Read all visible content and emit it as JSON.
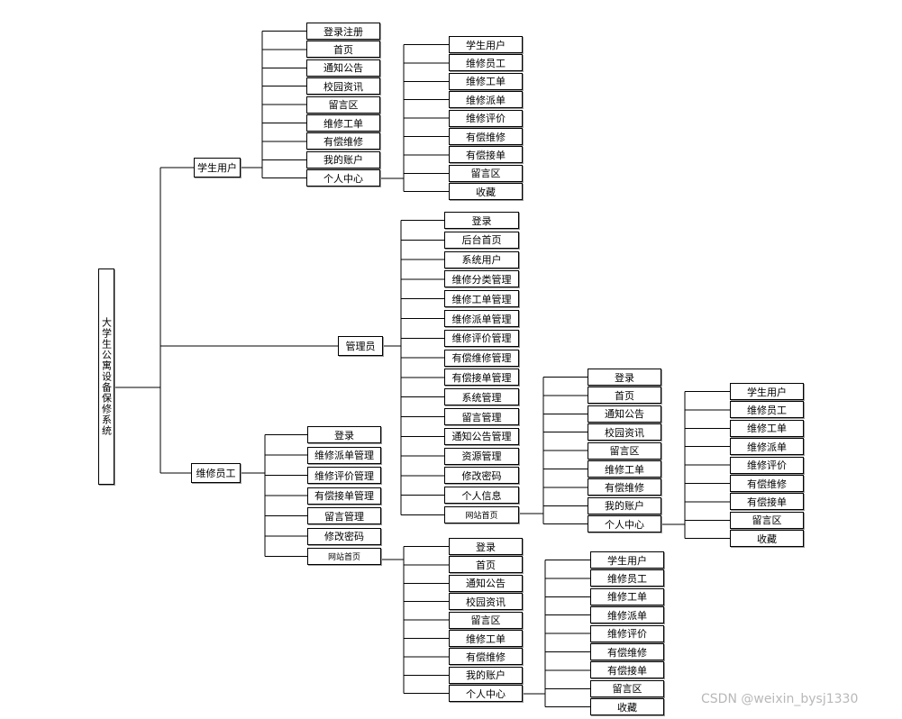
{
  "root": {
    "label": "大学生公寓设备保修系统"
  },
  "student": {
    "label": "学生用户",
    "items": [
      "登录注册",
      "首页",
      "通知公告",
      "校园资讯",
      "留言区",
      "维修工单",
      "有偿维修",
      "我的账户",
      "个人中心"
    ],
    "personal_center_items": [
      "学生用户",
      "维修员工",
      "维修工单",
      "维修派单",
      "维修评价",
      "有偿维修",
      "有偿接单",
      "留言区",
      "收藏"
    ]
  },
  "admin": {
    "label": "管理员",
    "items": [
      "登录",
      "后台首页",
      "系统用户",
      "维修分类管理",
      "维修工单管理",
      "维修派单管理",
      "维修评价管理",
      "有偿维修管理",
      "有偿接单管理",
      "系统管理",
      "留言管理",
      "通知公告管理",
      "资源管理",
      "修改密码",
      "个人信息",
      "网站首页"
    ],
    "site_items": [
      "登录",
      "首页",
      "通知公告",
      "校园资讯",
      "留言区",
      "维修工单",
      "有偿维修",
      "我的账户",
      "个人中心"
    ],
    "site_personal_items": [
      "学生用户",
      "维修员工",
      "维修工单",
      "维修派单",
      "维修评价",
      "有偿维修",
      "有偿接单",
      "留言区",
      "收藏"
    ]
  },
  "staff": {
    "label": "维修员工",
    "items": [
      "登录",
      "维修派单管理",
      "维修评价管理",
      "有偿接单管理",
      "留言管理",
      "修改密码",
      "网站首页"
    ],
    "site_items": [
      "登录",
      "首页",
      "通知公告",
      "校园资讯",
      "留言区",
      "维修工单",
      "有偿维修",
      "我的账户",
      "个人中心"
    ],
    "site_personal_items": [
      "学生用户",
      "维修员工",
      "维修工单",
      "维修派单",
      "维修评价",
      "有偿维修",
      "有偿接单",
      "留言区",
      "收藏"
    ]
  },
  "watermark": "CSDN @weixin_bysj1330"
}
